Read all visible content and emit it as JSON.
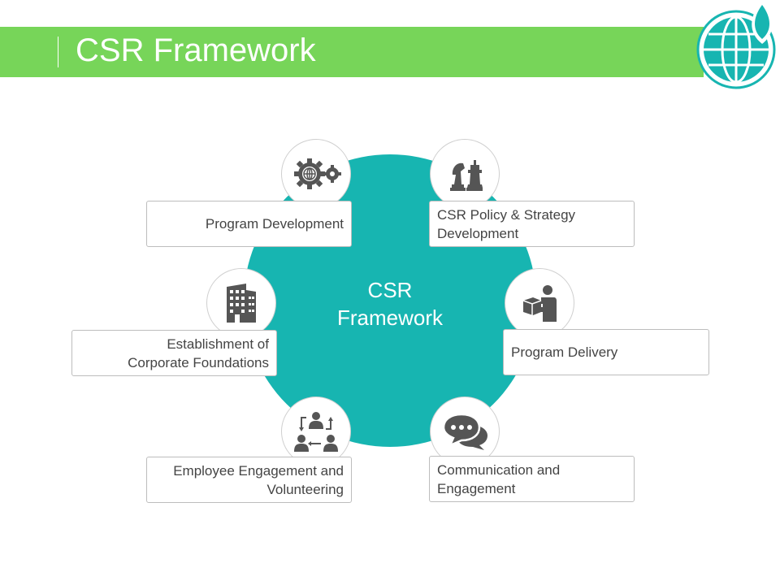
{
  "header": {
    "title": "CSR Framework"
  },
  "center": {
    "label": "CSR\nFramework"
  },
  "items": [
    {
      "label": "Program Development",
      "icon": "gear-globe-icon"
    },
    {
      "label": "CSR Policy & Strategy\nDevelopment",
      "icon": "chess-pieces-icon"
    },
    {
      "label": "Establishment of\nCorporate Foundations",
      "icon": "office-building-icon"
    },
    {
      "label": "Program Delivery",
      "icon": "delivery-person-icon"
    },
    {
      "label": "Employee Engagement and\nVolunteering",
      "icon": "team-exchange-icon"
    },
    {
      "label": "Communication and\nEngagement",
      "icon": "chat-bubbles-icon"
    }
  ],
  "colors": {
    "header_green": "#77d559",
    "circle_teal": "#17b5b1",
    "icon_gray": "#555555"
  }
}
